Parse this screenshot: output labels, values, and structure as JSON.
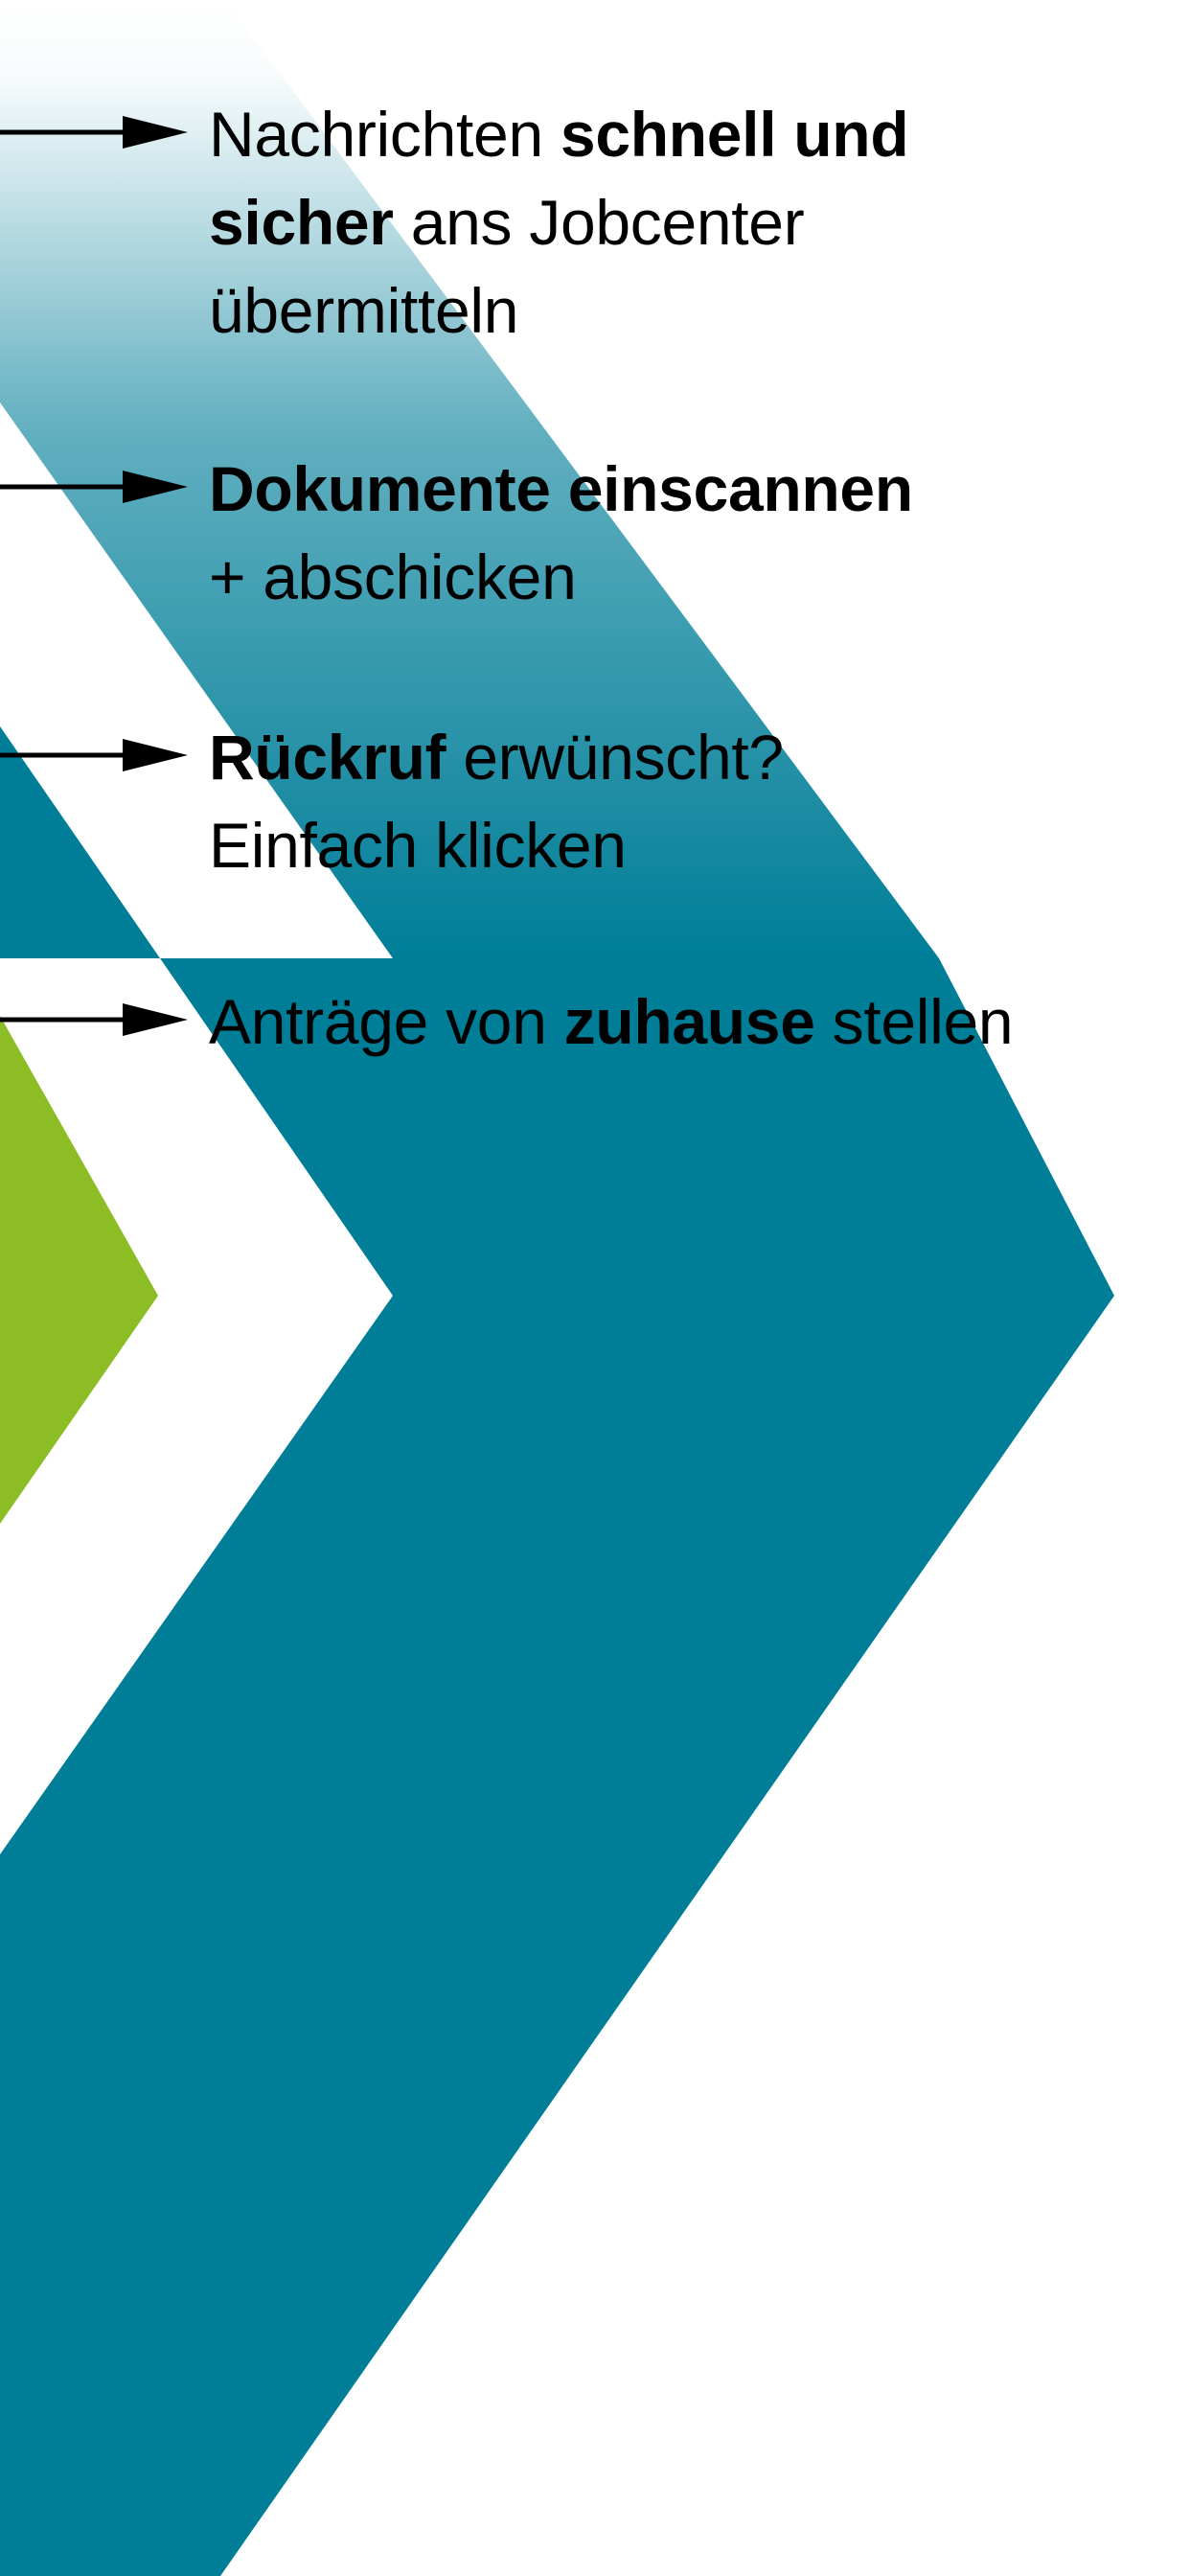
{
  "colors": {
    "teal": "#007e98",
    "lime": "#8cbd25",
    "background": "#ffffff",
    "text": "#000000"
  },
  "features": [
    {
      "icon": "arrow-right-icon",
      "lines": [
        [
          {
            "text": "Nachrichten ",
            "bold": false
          },
          {
            "text": "schnell und",
            "bold": true
          }
        ],
        [
          {
            "text": "sicher",
            "bold": true
          },
          {
            "text": " ans Jobcenter",
            "bold": false
          }
        ],
        [
          {
            "text": "übermitteln",
            "bold": false
          }
        ]
      ]
    },
    {
      "icon": "arrow-right-icon",
      "lines": [
        [
          {
            "text": "Dokumente einscannen",
            "bold": true
          }
        ],
        [
          {
            "text": "+ abschicken",
            "bold": false
          }
        ]
      ]
    },
    {
      "icon": "arrow-right-icon",
      "lines": [
        [
          {
            "text": "Rückruf",
            "bold": true
          },
          {
            "text": " erwünscht?",
            "bold": false
          }
        ],
        [
          {
            "text": "Einfach klicken",
            "bold": false
          }
        ]
      ]
    },
    {
      "icon": "arrow-right-icon",
      "lines": [
        [
          {
            "text": "Anträge von ",
            "bold": false
          },
          {
            "text": "zuhause",
            "bold": true
          },
          {
            "text": " stellen",
            "bold": false
          }
        ]
      ]
    }
  ]
}
